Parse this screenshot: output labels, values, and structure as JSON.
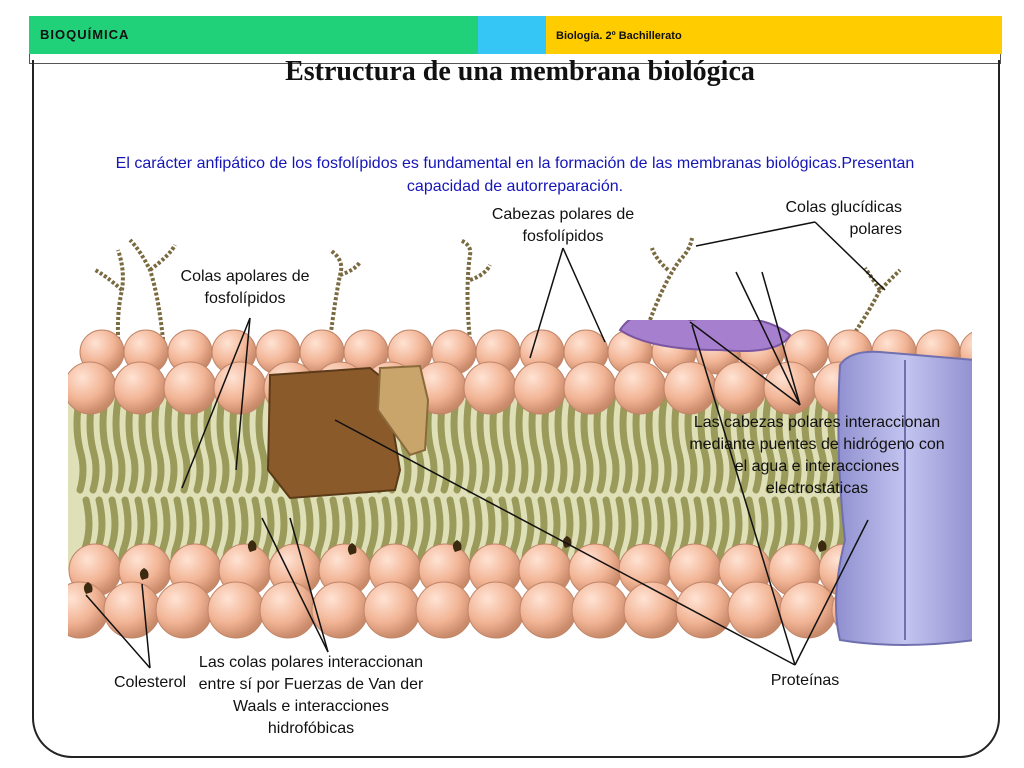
{
  "header": {
    "section_left": "BIOQUÍMICA",
    "section_right": "Biología. 2º Bachillerato",
    "colors": {
      "left_band": "#21d17a",
      "middle_band": "#35c6f5",
      "right_band": "#ffcc00"
    }
  },
  "title": "Estructura de una membrana biológica",
  "intro": "El carácter anfipático de los fosfolípidos es fundamental en la formación de las membranas biológicas.Presentan capacidad de autorreparación.",
  "labels": {
    "colas_glucidicas": "Colas glucídicas polares",
    "cabezas_polares": "Cabezas polares de fosfolípidos",
    "colas_apolares": "Colas apolares de fosfolípidos",
    "cabezas_interaccion": "Las cabezas polares interaccionan mediante puentes de hidrógeno con el agua e interacciones electrostáticas",
    "colas_interaccion": "Las colas polares interaccionan entre sí por Fuerzas de Van der Waals e interacciones hidrofóbicas",
    "colesterol": "Colesterol",
    "proteinas": "Proteínas"
  },
  "colors": {
    "phospholipid_head": "#f2b596",
    "lipid_tail": "#9a9a5a",
    "protein_brown": "#8b5a2b",
    "protein_tan": "#c9a56b",
    "protein_purple": "#a77fcf",
    "protein_lavender": "#a9a9e0",
    "intro_text": "#1515b8"
  }
}
